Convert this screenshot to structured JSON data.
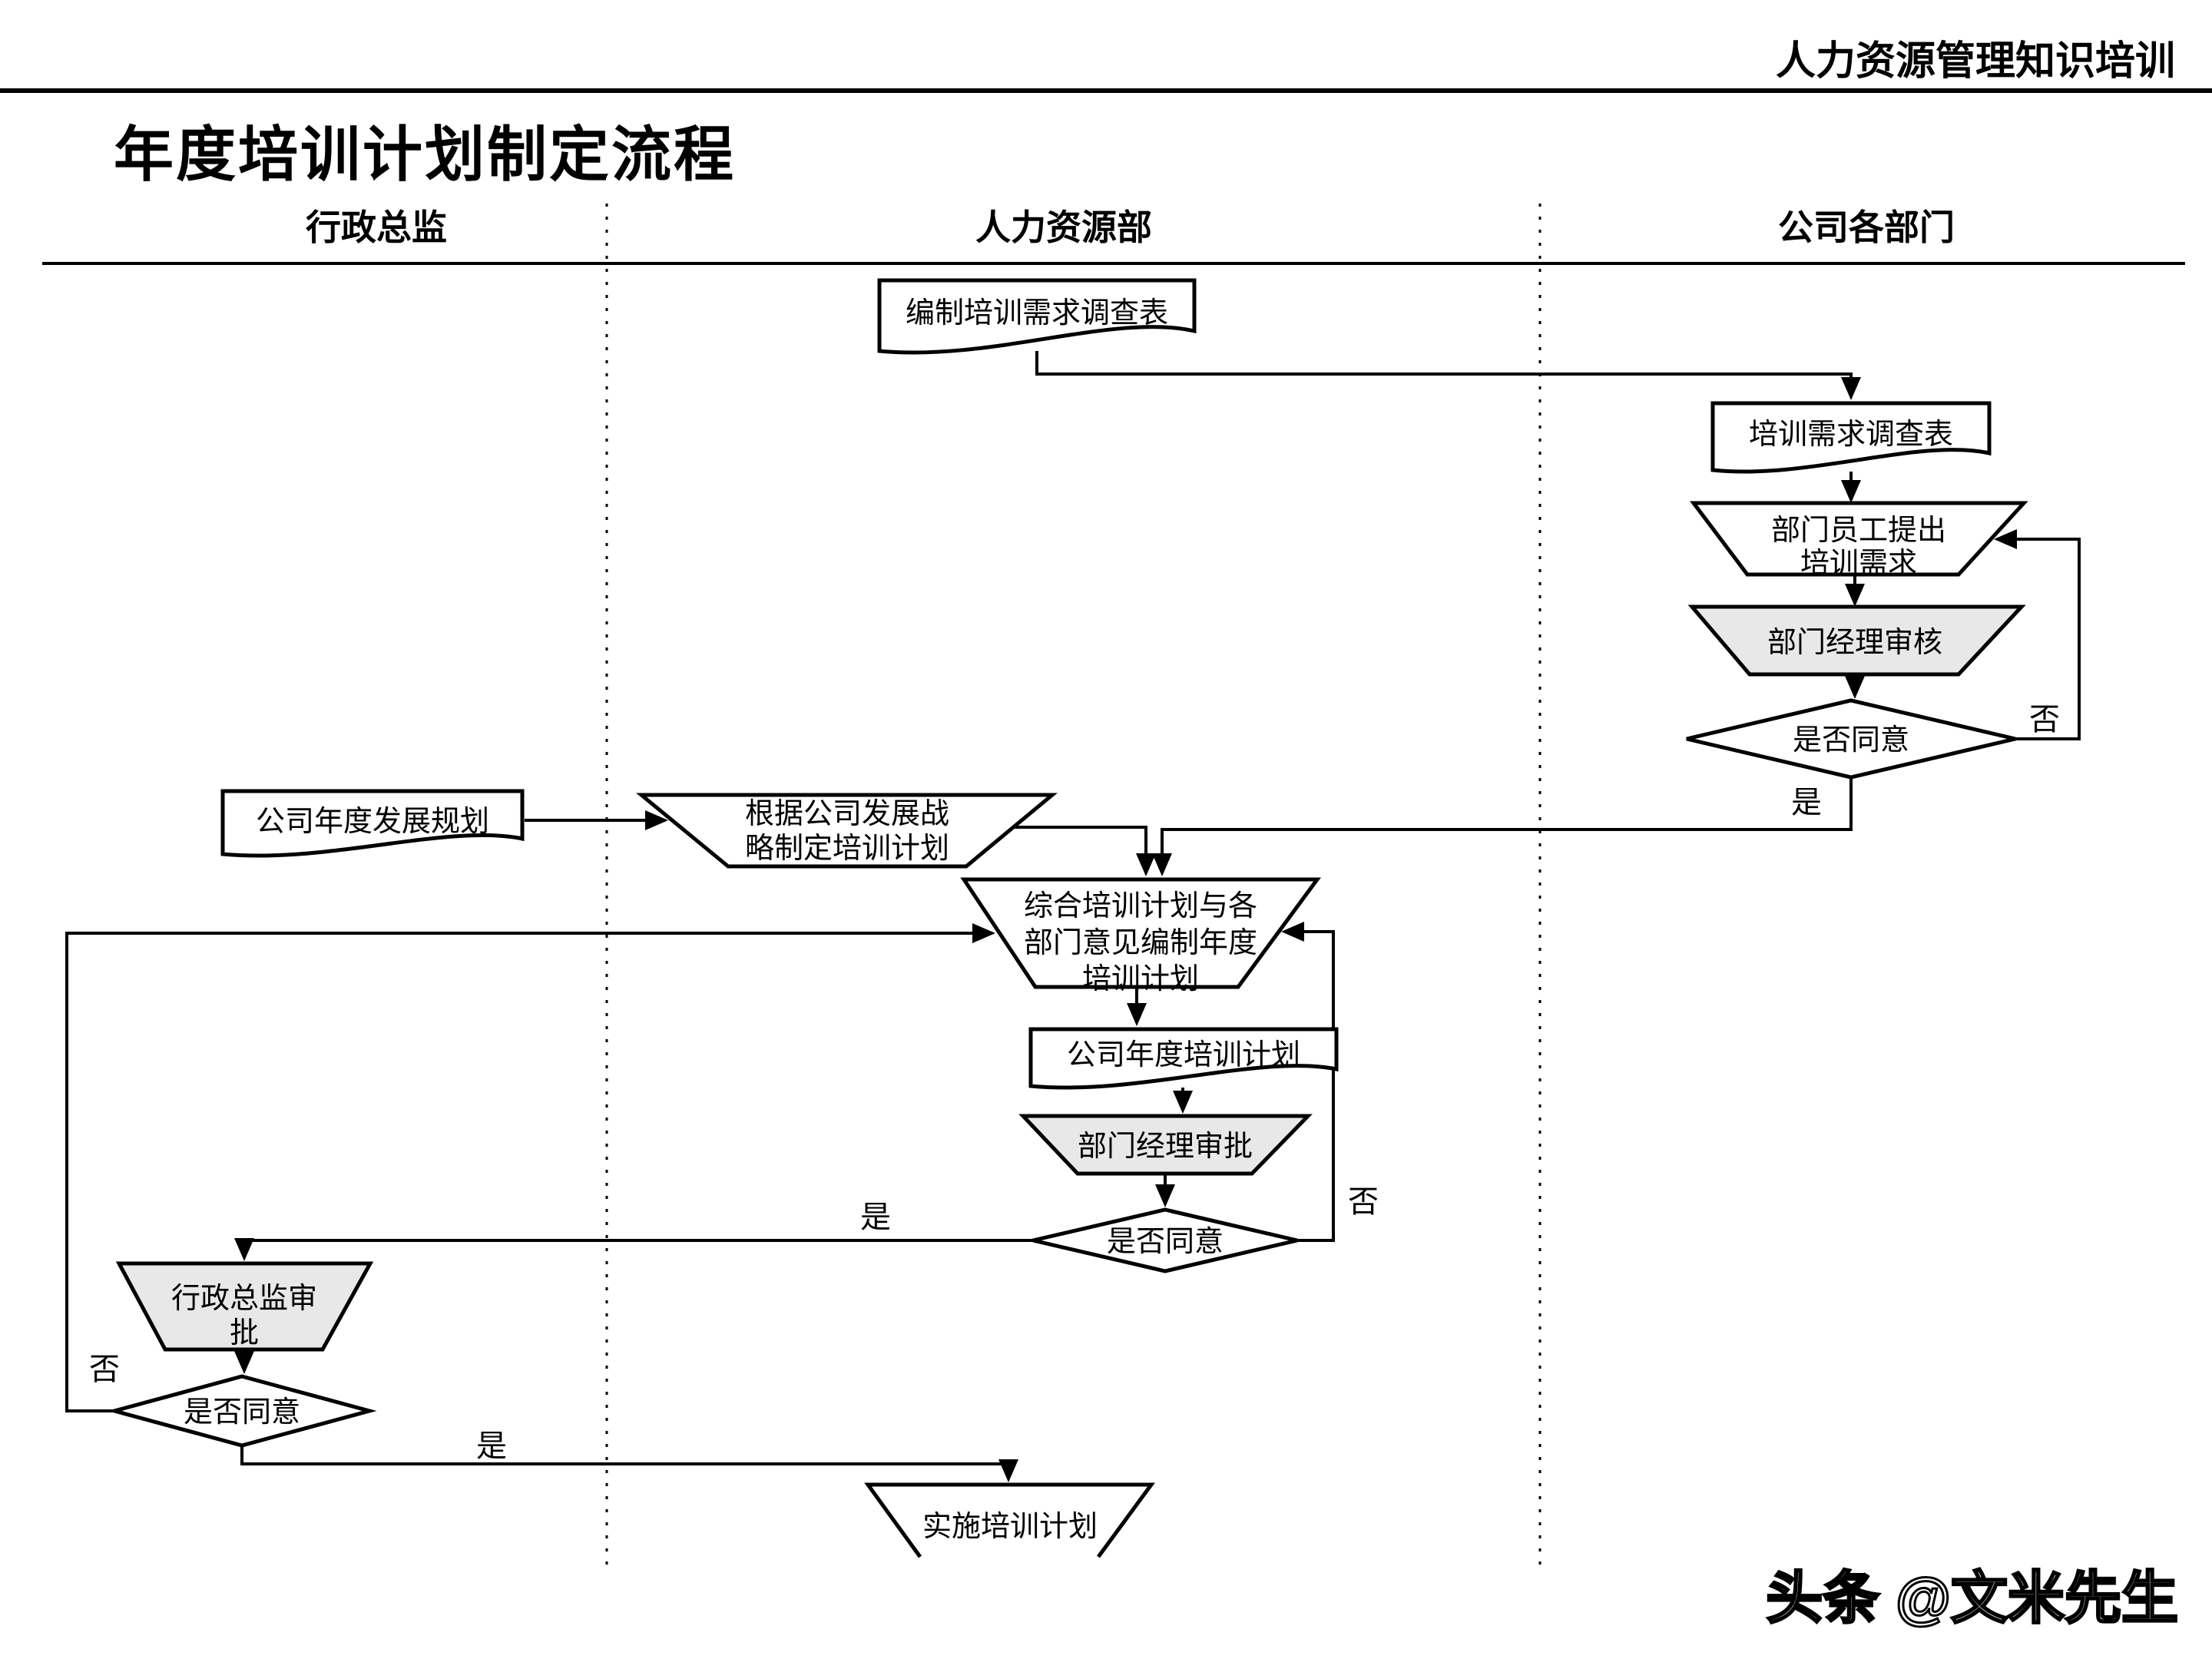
{
  "header": {
    "doc_title": "人力资源管理知识培训",
    "page_title": "年度培训计划制定流程"
  },
  "lanes": {
    "lane1": "行政总监",
    "lane2": "人力资源部",
    "lane3": "公司各部门"
  },
  "nodes": {
    "prepare_survey": {
      "label": "编制培训需求调查表"
    },
    "survey_form": {
      "label": "培训需求调查表"
    },
    "staff_propose": {
      "line1": "部门员工提出",
      "line2": "培训需求"
    },
    "dept_manager_review": {
      "label": "部门经理审核"
    },
    "decision_review": {
      "label": "是否同意"
    },
    "company_plan": {
      "label": "公司年度发展规划"
    },
    "strategy_plan": {
      "line1": "根据公司发展战",
      "line2": "略制定培训计划"
    },
    "compile_plan": {
      "line1": "综合培训计划与各",
      "line2": "部门意见编制年度",
      "line3": "培训计划"
    },
    "annual_plan": {
      "label": "公司年度培训计划"
    },
    "dept_manager_approve": {
      "label": "部门经理审批"
    },
    "decision_approve": {
      "label": "是否同意"
    },
    "director_approve": {
      "line1": "行政总监审",
      "line2": "批"
    },
    "decision_director": {
      "label": "是否同意"
    },
    "implement": {
      "label": "实施培训计划"
    }
  },
  "branch_labels": {
    "yes": "是",
    "no": "否"
  },
  "watermark": "头条 @文米先生",
  "colors": {
    "background": "#ffffff",
    "stroke": "#000000",
    "shape_fill": "#ffffff",
    "approval_fill": "#e8e8e8"
  }
}
